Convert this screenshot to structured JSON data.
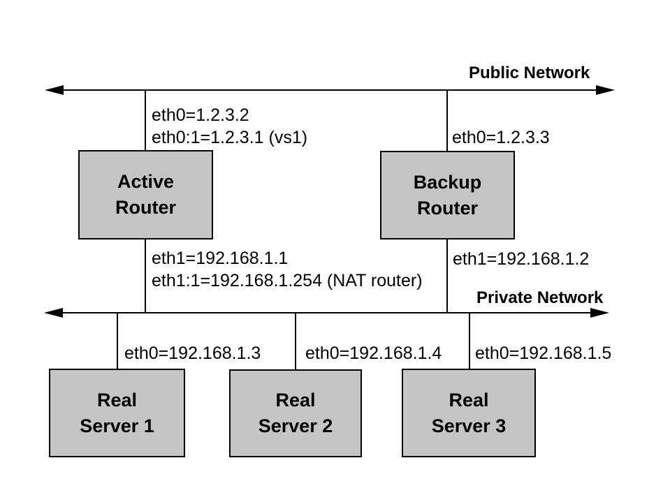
{
  "networks": {
    "public": {
      "label": "Public Network"
    },
    "private": {
      "label": "Private Network"
    }
  },
  "nodes": {
    "active_router": {
      "line1": "Active",
      "line2": "Router"
    },
    "backup_router": {
      "line1": "Backup",
      "line2": "Router"
    },
    "real_server_1": {
      "line1": "Real",
      "line2": "Server 1"
    },
    "real_server_2": {
      "line1": "Real",
      "line2": "Server 2"
    },
    "real_server_3": {
      "line1": "Real",
      "line2": "Server 3"
    }
  },
  "interfaces": {
    "active_router_eth0": "eth0=1.2.3.2",
    "active_router_eth0_alias": "eth0:1=1.2.3.1 (vs1)",
    "backup_router_eth0": "eth0=1.2.3.3",
    "active_router_eth1": "eth1=192.168.1.1",
    "active_router_eth1_alias": "eth1:1=192.168.1.254 (NAT router)",
    "backup_router_eth1": "eth1=192.168.1.2",
    "real_server_1_eth0": "eth0=192.168.1.3",
    "real_server_2_eth0": "eth0=192.168.1.4",
    "real_server_3_eth0": "eth0=192.168.1.5"
  },
  "colors": {
    "background": "#ffffff",
    "node_fill": "#c5c5c5",
    "node_border": "#000000",
    "line": "#000000",
    "text": "#000000"
  }
}
